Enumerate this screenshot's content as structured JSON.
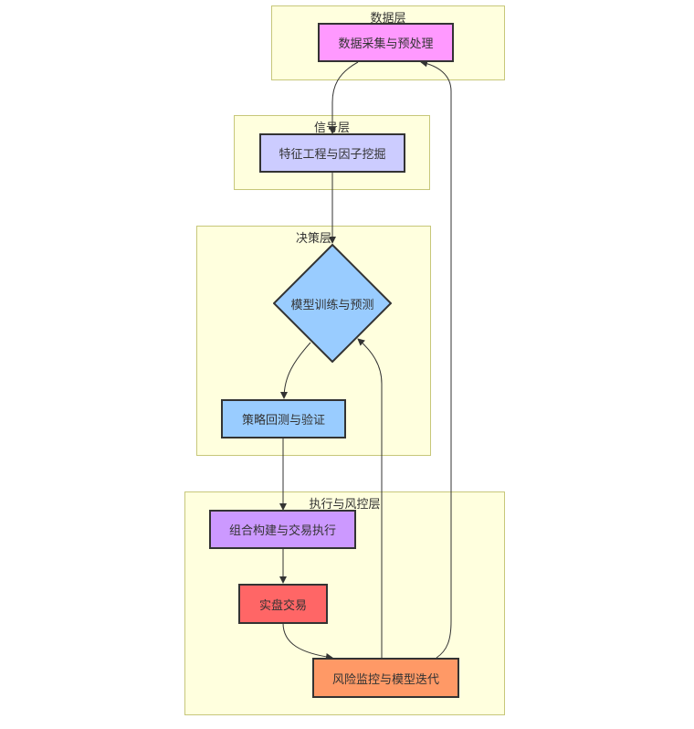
{
  "clusters": {
    "data": "数据层",
    "signal": "信号层",
    "decision": "决策层",
    "execution": "执行与风控层"
  },
  "nodes": {
    "collect": "数据采集与预处理",
    "feature": "特征工程与因子挖掘",
    "model": "模型训练与预测",
    "backtest": "策略回测与验证",
    "portfolio": "组合构建与交易执行",
    "live": "实盘交易",
    "risk": "风险监控与模型迭代"
  },
  "colors": {
    "cluster_fill": "#ffffde",
    "cluster_border": "#c7c77a",
    "collect": "#ff99ff",
    "feature": "#ccccff",
    "model": "#99ccff",
    "backtest": "#99ccff",
    "portfolio": "#cc99ff",
    "live": "#ff6666",
    "risk": "#ff9966",
    "edge": "#333333"
  }
}
